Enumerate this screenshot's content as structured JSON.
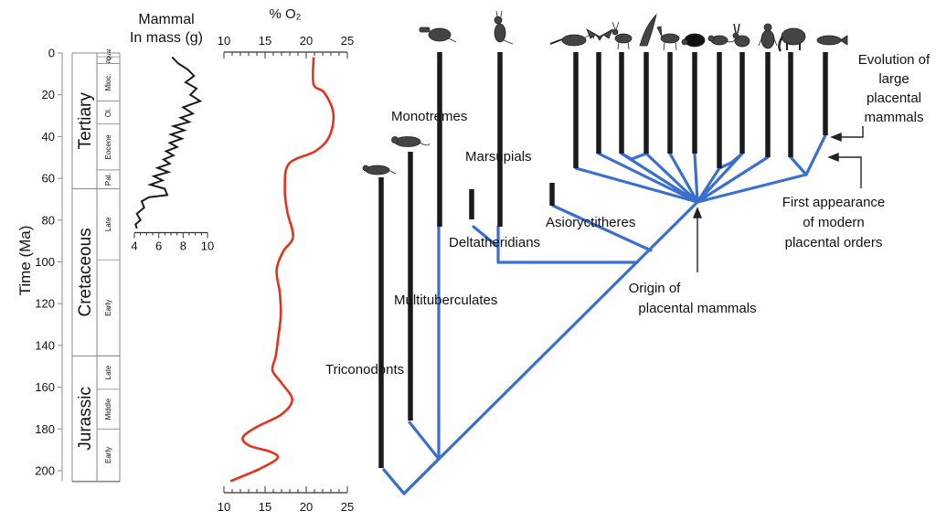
{
  "left_panel": {
    "y_axis_label": "Time (Ma)",
    "time_ticks": [
      0,
      20,
      40,
      60,
      80,
      100,
      120,
      140,
      160,
      180,
      200
    ],
    "eras": [
      {
        "name": "Tertiary",
        "from": 0,
        "to": 65
      },
      {
        "name": "Cretaceous",
        "from": 65,
        "to": 145
      },
      {
        "name": "Jurassic",
        "from": 145,
        "to": 205
      }
    ],
    "periods": [
      {
        "name": "Quat",
        "from": 0,
        "to": 1.8
      },
      {
        "name": "Pl.",
        "from": 1.8,
        "to": 5
      },
      {
        "name": "Mioc.",
        "from": 5,
        "to": 23
      },
      {
        "name": "Ol.",
        "from": 23,
        "to": 34
      },
      {
        "name": "Eocene",
        "from": 34,
        "to": 56
      },
      {
        "name": "Pal.",
        "from": 56,
        "to": 65
      },
      {
        "name": "Late",
        "from": 65,
        "to": 99
      },
      {
        "name": "Early",
        "from": 99,
        "to": 145
      },
      {
        "name": "Late",
        "from": 145,
        "to": 161
      },
      {
        "name": "Middle",
        "from": 161,
        "to": 180
      },
      {
        "name": "Early",
        "from": 180,
        "to": 205
      }
    ]
  },
  "chart_data": [
    {
      "type": "line",
      "title": "Mammal In mass (g)",
      "title_lines": [
        "Mammal",
        "In mass (g)"
      ],
      "x_ticks": [
        4,
        6,
        8,
        10
      ],
      "xlim": [
        4,
        10
      ],
      "ylim": [
        0,
        205
      ],
      "series": [
        {
          "x": [
            7.1,
            7.6,
            8.4,
            8.9,
            8.2,
            9.1,
            8.6,
            9.4,
            8.0,
            8.8,
            7.8,
            8.5,
            7.2,
            8.1,
            7.0,
            7.9,
            6.9,
            7.5,
            6.6,
            7.2,
            6.4,
            6.9,
            5.9,
            6.8,
            5.6,
            6.3,
            5.3,
            6.5,
            6.7,
            5.2,
            4.6,
            4.8,
            4.2,
            4.5,
            4.1,
            4.2
          ],
          "y": [
            2,
            5,
            8,
            11,
            14,
            17,
            20,
            23,
            26,
            29,
            31,
            33,
            35,
            37,
            39,
            41,
            43,
            45,
            47,
            49,
            51,
            53,
            55,
            57,
            59,
            61,
            63,
            65,
            68,
            69,
            71,
            74,
            77,
            80,
            82,
            84
          ]
        }
      ]
    },
    {
      "type": "line",
      "title": "% O₂",
      "x_ticks": [
        10,
        15,
        20,
        25
      ],
      "xlim": [
        10,
        25
      ],
      "ylim": [
        0,
        205
      ],
      "series": [
        {
          "color": "#e0341e",
          "x": [
            20.9,
            20.9,
            22.2,
            23.3,
            22.8,
            21.1,
            17.9,
            17.4,
            17.7,
            18.4,
            17.2,
            16.4,
            16.8,
            16.9,
            16.6,
            16.3,
            15.9,
            17.0,
            18.3,
            17.0,
            14.0,
            12.3,
            13.1,
            15.7,
            16.5,
            14.4,
            10.8
          ],
          "y": [
            2,
            15,
            19,
            29,
            40,
            47,
            53,
            65,
            76,
            88,
            95,
            104,
            115,
            126,
            136,
            145,
            152,
            158,
            166,
            173,
            179,
            184,
            188,
            191,
            194,
            199,
            205
          ]
        }
      ]
    }
  ],
  "phylogeny": {
    "lineages": {
      "triconodonts": "Triconodonts",
      "multituberculates": "Multituberculates",
      "monotremes": "Monotremes",
      "marsupials": "Marsupials",
      "deltatheridians": "Deltatheridians",
      "asioryctitheres": "Asioryctitheres"
    },
    "annotations": {
      "origin": [
        "Origin of",
        "placental mammals"
      ],
      "first_appearance": [
        "First appearance",
        "of modern",
        "placental orders"
      ],
      "evolution": [
        "Evolution of",
        "large",
        "placental",
        "mammals"
      ]
    },
    "colors": {
      "branch": "#3a6fcf",
      "range": "#1b1b1b",
      "o2": "#e0341e",
      "arrow": "#222222"
    },
    "icons": [
      "shrew-icon",
      "opossum-icon",
      "platypus-icon",
      "kangaroo-icon",
      "anteater-icon",
      "bat-icon",
      "deer-icon",
      "whale-icon",
      "horse-icon",
      "armadillo-icon",
      "rat-icon",
      "rabbit-icon",
      "ape-icon",
      "elephant-icon",
      "manatee-icon"
    ]
  }
}
